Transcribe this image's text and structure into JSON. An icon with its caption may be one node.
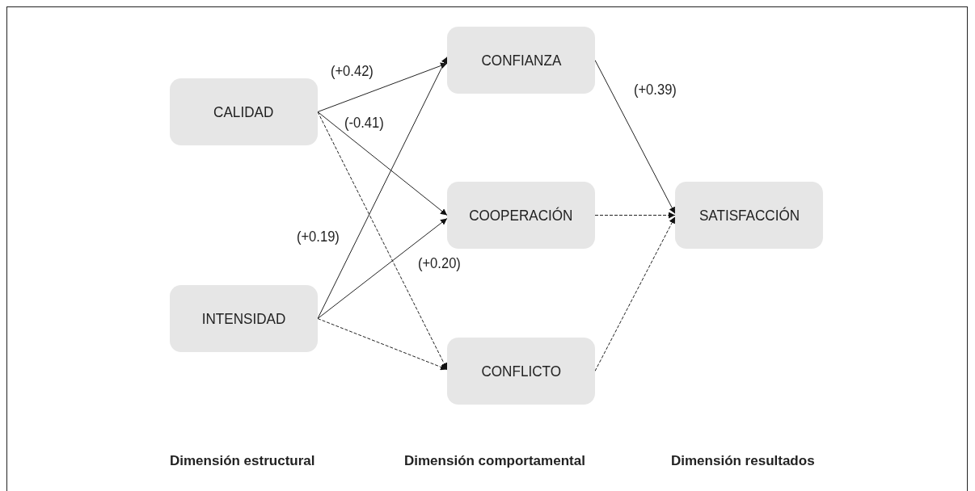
{
  "diagram": {
    "nodes": [
      {
        "text": [
          "CALIDAD"
        ]
      },
      {
        "text": [
          "INTENSIDAD"
        ]
      },
      {
        "text": [
          "CONFIANZA"
        ]
      },
      {
        "text": [
          "COOPERACIÓN"
        ]
      },
      {
        "text": [
          "CONFLICTO"
        ]
      },
      {
        "text": [
          "SATISFACCIÓN"
        ]
      }
    ],
    "edges": [
      {
        "from": 0,
        "to": 2,
        "arrow": "to",
        "label": "(+0.42)"
      },
      {
        "from": 0,
        "to": 3,
        "arrow": "to",
        "label": "(-0.41)"
      },
      {
        "from": 0,
        "to": 4,
        "arrow": "to",
        "style": "dashed"
      },
      {
        "from": 1,
        "to": 2,
        "arrow": "to",
        "label": "(+0.19)"
      },
      {
        "from": 1,
        "to": 3,
        "arrow": "to",
        "label": "(+0.20)"
      },
      {
        "from": 1,
        "to": 4,
        "arrow": "to",
        "style": "dashed"
      },
      {
        "from": 2,
        "to": 5,
        "arrow": "to",
        "label": "(+0.39)"
      },
      {
        "from": 3,
        "to": 5,
        "arrow": "to",
        "style": "dashed"
      },
      {
        "from": 4,
        "to": 5,
        "arrow": "to",
        "style": "dashed"
      }
    ],
    "labels": [
      "Dimensión estructural",
      "Dimensión comportamental",
      "Dimensión resultados"
    ]
  }
}
